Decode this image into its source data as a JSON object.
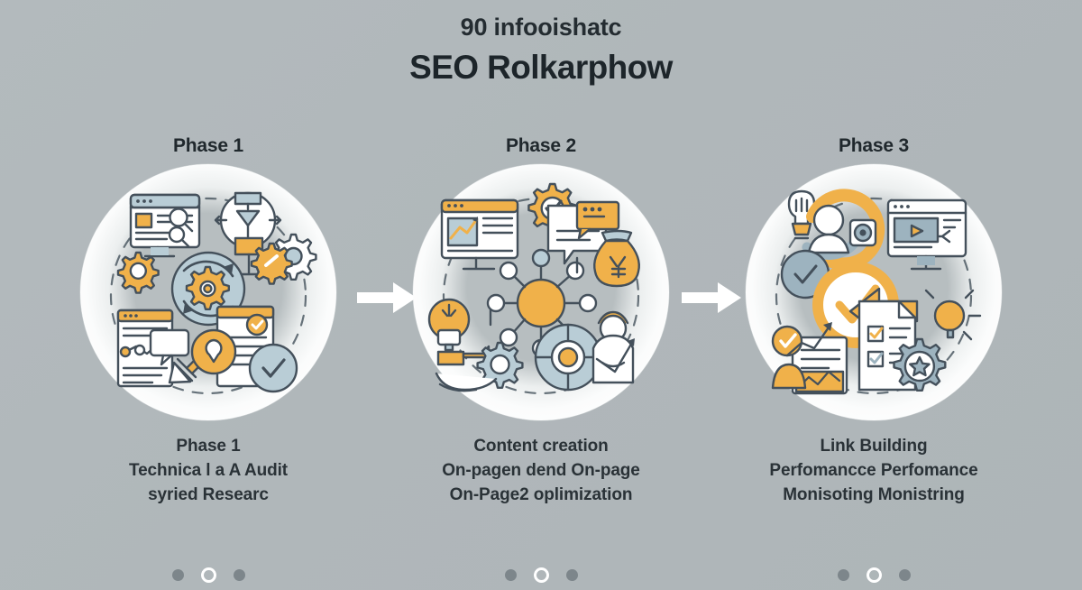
{
  "title": {
    "kicker": "90 infooishatc",
    "main": "SEO Rolkarphow"
  },
  "colors": {
    "background": "#b1b8bb",
    "accent_orange": "#f0b14a",
    "accent_blue_gray": "#9db3bf",
    "ink": "#3e4a55",
    "heading_text": "#20282d",
    "dot_inactive": "#7d868b",
    "dot_active": "#ffffff",
    "circle_fill": "#ffffff",
    "arrow_fill": "#ffffff"
  },
  "phases": [
    {
      "heading": "Phase 1",
      "illustration": "seo-audit-illustration",
      "caption_title": "Phase 1",
      "caption_lines": [
        "Technica l a A Audit",
        "syried Researc"
      ],
      "dots": [
        "inactive",
        "active",
        "inactive"
      ]
    },
    {
      "heading": "Phase 2",
      "illustration": "content-creation-illustration",
      "caption_title": "Content creation",
      "caption_lines": [
        "On-pagen dend On-page",
        "On-Page2 oplimization"
      ],
      "dots": [
        "inactive",
        "active",
        "inactive"
      ]
    },
    {
      "heading": "Phase 3",
      "illustration": "link-building-illustration",
      "caption_title": "Link Building",
      "caption_lines": [
        "Perfomancce Perfomance",
        "Monisoting Monistring"
      ],
      "dots": [
        "inactive",
        "active",
        "inactive"
      ]
    }
  ],
  "arrows": [
    {
      "name": "arrow-phase1-to-phase2",
      "glyph": "right-arrow"
    },
    {
      "name": "arrow-phase2-to-phase3",
      "glyph": "right-arrow"
    }
  ]
}
